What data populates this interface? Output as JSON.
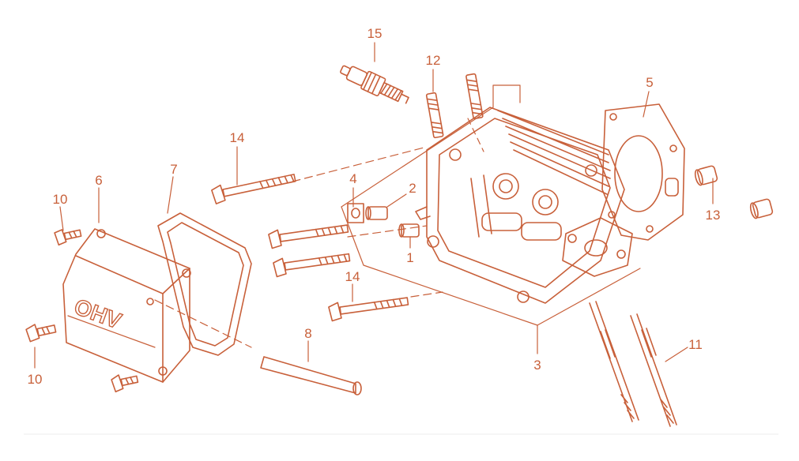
{
  "colors": {
    "ink": "#c8603a",
    "ink_light": "#d98a6a",
    "paper": "#ffffff"
  },
  "cover_text": "OHV",
  "callouts": [
    {
      "id": "c15",
      "label": "15"
    },
    {
      "id": "c12",
      "label": "12"
    },
    {
      "id": "c5",
      "label": "5"
    },
    {
      "id": "c14a",
      "label": "14"
    },
    {
      "id": "c4",
      "label": "4"
    },
    {
      "id": "c2",
      "label": "2"
    },
    {
      "id": "c13",
      "label": "13"
    },
    {
      "id": "c10a",
      "label": "10"
    },
    {
      "id": "c6",
      "label": "6"
    },
    {
      "id": "c7",
      "label": "7"
    },
    {
      "id": "c1",
      "label": "1"
    },
    {
      "id": "c14b",
      "label": "14"
    },
    {
      "id": "c8",
      "label": "8"
    },
    {
      "id": "c11",
      "label": "11"
    },
    {
      "id": "c3",
      "label": "3"
    },
    {
      "id": "c10b",
      "label": "10"
    }
  ]
}
